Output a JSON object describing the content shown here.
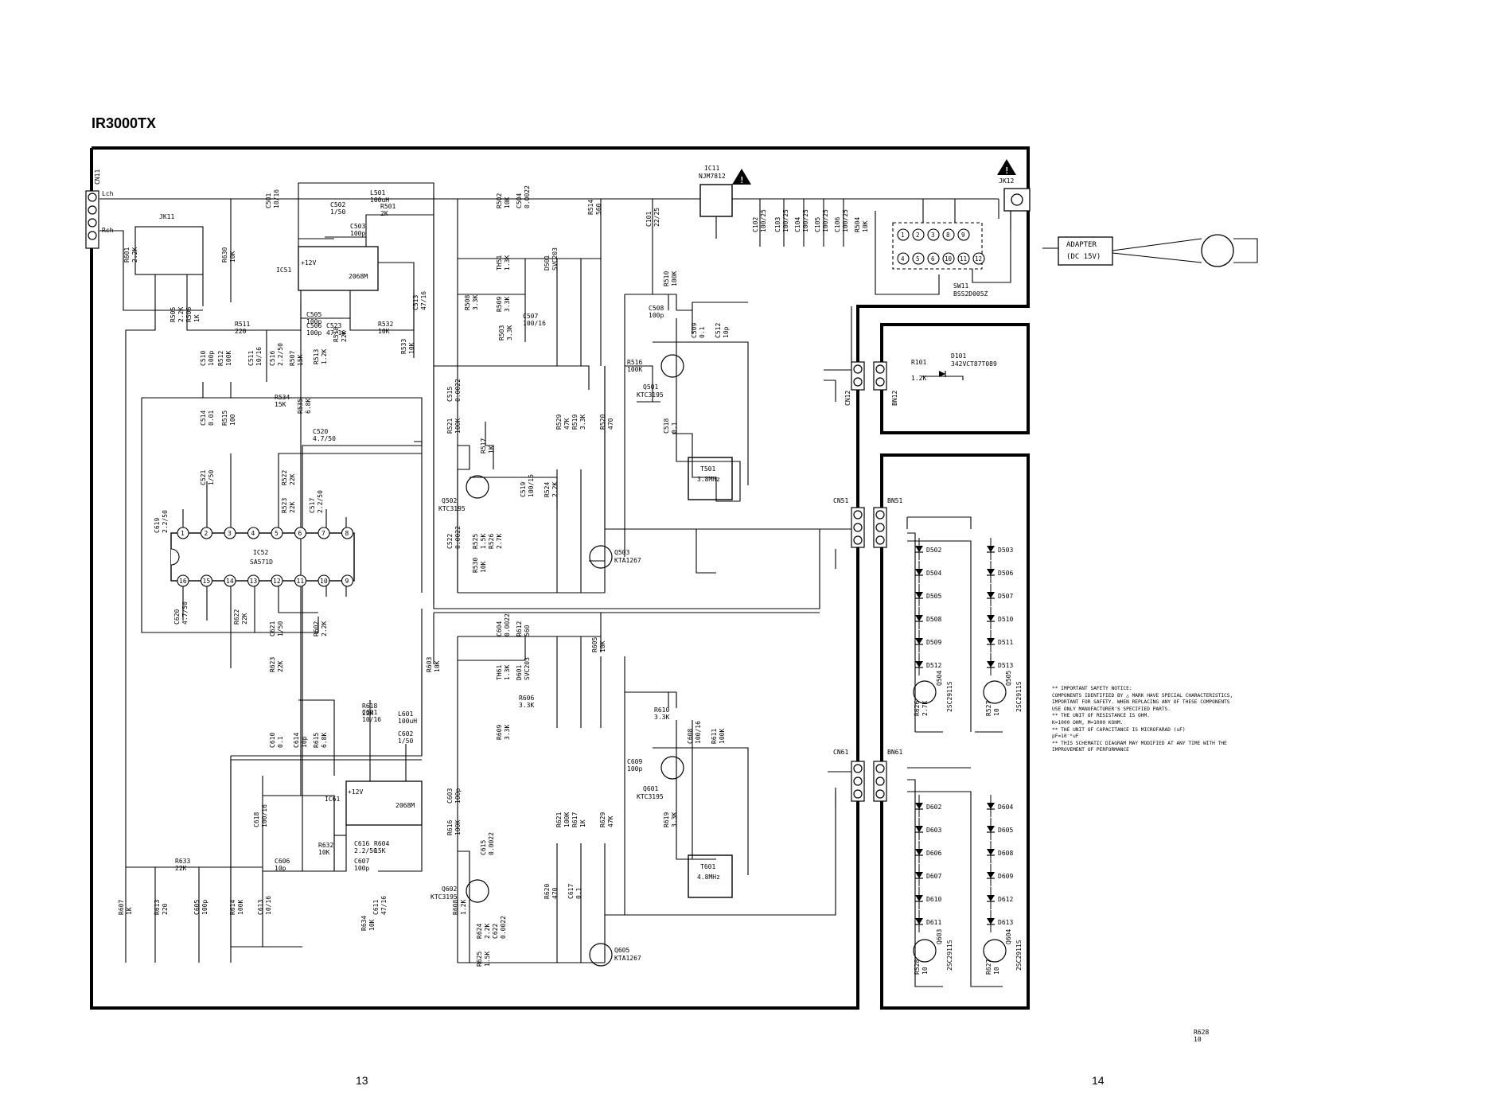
{
  "title": "IR3000TX",
  "page_numbers": [
    "13",
    "14"
  ],
  "adapter": {
    "label": "ADAPTER",
    "spec": "(DC 15V)"
  },
  "connectors": {
    "cn11": "CN11",
    "cn11_l": "Lch",
    "cn11_r": "Rch",
    "jk11": "JK11",
    "jk12": "JK12",
    "cn12": "CN12",
    "bn12": "BN12",
    "cn51": "CN51",
    "bn51": "BN51",
    "cn61": "CN61",
    "bn61": "BN61"
  },
  "regulator": {
    "ref": "IC11",
    "part": "NJM7812"
  },
  "switch": {
    "ref": "SW11",
    "part": "BSS2D005Z",
    "pins": [
      "1",
      "2",
      "3",
      "8",
      "9",
      "4",
      "5",
      "6",
      "10",
      "11",
      "12"
    ]
  },
  "ic51": {
    "ref": "IC51",
    "part": "2068M",
    "supply": "+12V"
  },
  "ic52": {
    "ref": "IC52",
    "part": "SA571D",
    "top_pins": [
      "1",
      "2",
      "3",
      "4",
      "5",
      "6",
      "7",
      "8"
    ],
    "bottom_pins": [
      "16",
      "15",
      "14",
      "13",
      "12",
      "11",
      "10",
      "9"
    ]
  },
  "ic61": {
    "ref": "IC61",
    "part": "2068M",
    "supply": "+12V"
  },
  "transistors": {
    "q501": "Q501",
    "q501_p": "KTC3195",
    "q502": "Q502",
    "q502_p": "KTC3195",
    "q503": "Q503",
    "q503_p": "KTA1267",
    "q601": "Q601",
    "q601_p": "KTC3195",
    "q602": "Q602",
    "q602_p": "KTC3195",
    "q605": "Q605",
    "q605_p": "KTA1267",
    "q504": "Q504",
    "q504_p": "2SC2911S",
    "q505": "Q505",
    "q505_p": "2SC2911S",
    "q603": "Q603",
    "q603_p": "2SC2911S",
    "q604": "Q604",
    "q604_p": "2SC2911S"
  },
  "crystals": {
    "t501": "T501",
    "t501_f": "3.8MHz",
    "t601": "T601",
    "t601_f": "4.8MHz"
  },
  "led_d101": {
    "ref": "D101",
    "part": "342VCT87T089",
    "r": "R101",
    "rv": "1.2K"
  },
  "leds51_left": [
    "D502",
    "D504",
    "D505",
    "D508",
    "D509",
    "D512"
  ],
  "leds51_right": [
    "D503",
    "D506",
    "D507",
    "D510",
    "D511",
    "D513"
  ],
  "leds61_left": [
    "D602",
    "D603",
    "D606",
    "D607",
    "D610",
    "D611"
  ],
  "leds61_right": [
    "D604",
    "D605",
    "D608",
    "D609",
    "D612",
    "D613"
  ],
  "notes": [
    "** IMPORTANT SAFETY NOTICE:",
    "   COMPONENTS IDENTIFIED BY △ MARK HAVE SPECIAL CHARACTERISTICS,",
    "   IMPORTANT FOR SAFETY. WHEN REPLACING ANY OF THESE COMPONENTS",
    "   USE ONLY MANUFACTURER'S SPECIFIED PARTS.",
    "** THE UNIT OF RESISTANCE IS OHM.",
    "   K=1000 OHM, M=1000 KOHM.",
    "** THE UNIT OF CAPACITANCE IS MICROFARAD (uF)",
    "   pF=10⁻⁶uF",
    "** THIS SCHEMATIC DIAGRAM MAY MODIFIED AT ANY TIME WITH THE",
    "   IMPROVEMENT OF PERFORMANCE"
  ],
  "component_labels": [
    [
      "L501",
      "100uH"
    ],
    [
      "C502",
      "1/50"
    ],
    [
      "C503",
      "100p"
    ],
    [
      "R501",
      "2K"
    ],
    [
      "C501",
      "10/16"
    ],
    [
      "R502",
      "10K"
    ],
    [
      "C504",
      "0.0022"
    ],
    [
      "R514",
      "560"
    ],
    [
      "C101",
      "22/25"
    ],
    [
      "C102",
      "100/25"
    ],
    [
      "C103",
      "100/25"
    ],
    [
      "C104",
      "100/25"
    ],
    [
      "C105",
      "100/25"
    ],
    [
      "C106",
      "100/25"
    ],
    [
      "R504",
      "10K"
    ],
    [
      "TH51",
      "1.3K"
    ],
    [
      "D501",
      "SVC203"
    ],
    [
      "R508",
      "3.3K"
    ],
    [
      "R509",
      "3.3K"
    ],
    [
      "C507",
      "100/16"
    ],
    [
      "R503",
      "3.3K"
    ],
    [
      "R510",
      "100K"
    ],
    [
      "C508",
      "100p"
    ],
    [
      "C509",
      "0.1"
    ],
    [
      "C512",
      "10p"
    ],
    [
      "R516",
      "100K"
    ],
    [
      "C515",
      "0.0022"
    ],
    [
      "R521",
      "100K"
    ],
    [
      "R517",
      "1K"
    ],
    [
      "R529",
      "47K"
    ],
    [
      "R519",
      "3.3K"
    ],
    [
      "R520",
      "470"
    ],
    [
      "C518",
      "0.1"
    ],
    [
      "C519",
      "100/16"
    ],
    [
      "R524",
      "2.2K"
    ],
    [
      "C522",
      "0.0022"
    ],
    [
      "R525",
      "1.5K"
    ],
    [
      "R526",
      "2.7K"
    ],
    [
      "R530",
      "10K"
    ],
    [
      "R630",
      "10K"
    ],
    [
      "R601",
      "2.2K"
    ],
    [
      "R505",
      "2.2K"
    ],
    [
      "R506",
      "1K"
    ],
    [
      "R511",
      "220"
    ],
    [
      "C510",
      "100p"
    ],
    [
      "R512",
      "100K"
    ],
    [
      "C511",
      "10/16"
    ],
    [
      "C516",
      "2.2/50"
    ],
    [
      "R507",
      "15K"
    ],
    [
      "C505",
      "100p"
    ],
    [
      "C506",
      "100p"
    ],
    [
      "C523",
      "47/16"
    ],
    [
      "R513",
      "1.2K"
    ],
    [
      "R518",
      "22K"
    ],
    [
      "R532",
      "10K"
    ],
    [
      "R533",
      "10K"
    ],
    [
      "C513",
      "47/16"
    ],
    [
      "C514",
      "0.01"
    ],
    [
      "R515",
      "100"
    ],
    [
      "R534",
      "15K"
    ],
    [
      "R535",
      "6.8K"
    ],
    [
      "C520",
      "4.7/50"
    ],
    [
      "C521",
      "1/50"
    ],
    [
      "R522",
      "22K"
    ],
    [
      "R523",
      "22K"
    ],
    [
      "C517",
      "2.2/50"
    ],
    [
      "C619",
      "2.2/50"
    ],
    [
      "C620",
      "4.7/50"
    ],
    [
      "R622",
      "22K"
    ],
    [
      "C621",
      "1/50"
    ],
    [
      "R623",
      "22K"
    ],
    [
      "R602",
      "2.2K"
    ],
    [
      "R603",
      "10K"
    ],
    [
      "C604",
      "0.0022"
    ],
    [
      "R612",
      "560"
    ],
    [
      "R605",
      "10K"
    ],
    [
      "TH61",
      "1.3K"
    ],
    [
      "D601",
      "SVC203"
    ],
    [
      "R606",
      "3.3K"
    ],
    [
      "R609",
      "3.3K"
    ],
    [
      "R610",
      "3.3K"
    ],
    [
      "C608",
      "100/16"
    ],
    [
      "R611",
      "100K"
    ],
    [
      "C609",
      "100p"
    ],
    [
      "C610",
      "0.1"
    ],
    [
      "C614",
      "10p"
    ],
    [
      "R615",
      "6.8K"
    ],
    [
      "R618",
      "22K"
    ],
    [
      "C601",
      "10/16"
    ],
    [
      "L601",
      "100uH"
    ],
    [
      "C602",
      "1/50"
    ],
    [
      "C603",
      "100p"
    ],
    [
      "R616",
      "100K"
    ],
    [
      "C615",
      "0.0022"
    ],
    [
      "R621",
      "100K"
    ],
    [
      "R617",
      "1K"
    ],
    [
      "R629",
      "47K"
    ],
    [
      "R619",
      "3.3K"
    ],
    [
      "R620",
      "470"
    ],
    [
      "C617",
      "0.1"
    ],
    [
      "C618",
      "100/16"
    ],
    [
      "R632",
      "10K"
    ],
    [
      "C616",
      "2.2/50"
    ],
    [
      "R604",
      "15K"
    ],
    [
      "C607",
      "100p"
    ],
    [
      "C606",
      "10p"
    ],
    [
      "R633",
      "22K"
    ],
    [
      "R607",
      "1K"
    ],
    [
      "R613",
      "220"
    ],
    [
      "C605",
      "100p"
    ],
    [
      "R614",
      "100K"
    ],
    [
      "C613",
      "10/16"
    ],
    [
      "R634",
      "10K"
    ],
    [
      "C611",
      "47/16"
    ],
    [
      "R608",
      "1.2K"
    ],
    [
      "R624",
      "2.2K"
    ],
    [
      "C622",
      "0.0022"
    ],
    [
      "R625",
      "1.5K"
    ],
    [
      "R626",
      "2.7K"
    ],
    [
      "R527",
      "10"
    ],
    [
      "R528",
      "10"
    ],
    [
      "R627",
      "10"
    ],
    [
      "R628",
      "10"
    ]
  ]
}
